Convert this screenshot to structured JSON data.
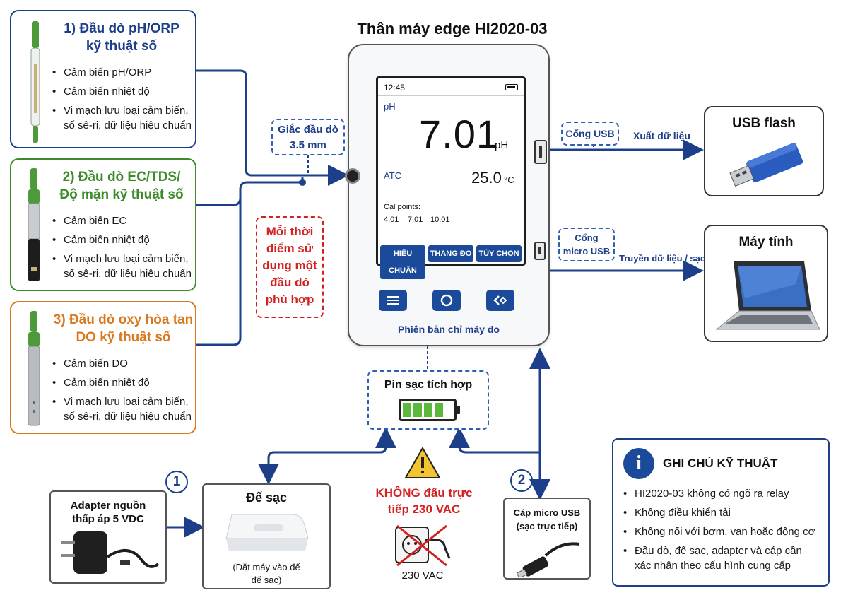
{
  "device": {
    "title": "Thân máy edge HI2020-03",
    "version_label": "Phiên bản chỉ máy đo",
    "screen": {
      "time": "12:45",
      "mode": "pH",
      "value": "7.01",
      "unit": "pH",
      "atc_label": "ATC",
      "temp_value": "25.0",
      "temp_unit": "°C",
      "cal_label": "Cal points:",
      "cal_points": [
        "4.01",
        "7.01",
        "10.01"
      ],
      "tabs": [
        "HIỆU CHUẨN",
        "THANG ĐO",
        "TÙY CHỌN"
      ]
    }
  },
  "probes": [
    {
      "title_line1": "1) Đầu dò pH/ORP",
      "title_line2": "kỹ thuật số",
      "color": "#1d3f8a",
      "items": [
        "Cảm biến pH/ORP",
        "Cảm biến nhiệt độ",
        "Vi mạch lưu loại cảm biến,",
        "số sê-ri, dữ liệu hiệu chuẩn"
      ]
    },
    {
      "title_line1": "2) Đầu dò EC/TDS/",
      "title_line2": "Độ mặn kỹ thuật số",
      "color": "#3d8a2a",
      "items": [
        "Cảm biến EC",
        "Cảm biến nhiệt độ",
        "Vi mạch lưu loại cảm biến,",
        "số sê-ri, dữ liệu hiệu chuẩn"
      ]
    },
    {
      "title_line1": "3) Đầu dò oxy hòa tan",
      "title_line2": "DO kỹ thuật số",
      "color": "#d9781e",
      "items": [
        "Cảm biến DO",
        "Cảm biến nhiệt độ",
        "Vi mạch lưu loại cảm biến,",
        "số sê-ri, dữ liệu hiệu chuẩn"
      ]
    }
  ],
  "probe_jack": {
    "line1": "Giắc đầu dò",
    "line2": "3.5 mm"
  },
  "one_probe_note": {
    "line1": "Mỗi thời",
    "line2": "điểm sử",
    "line3": "dụng một",
    "line4": "đầu dò",
    "line5": "phù hợp"
  },
  "usb_port": {
    "label": "Cổng USB",
    "action": "Xuất dữ liệu",
    "target": "USB flash"
  },
  "micro_usb_port": {
    "line1": "Cổng",
    "line2": "micro USB",
    "action": "Truyền dữ liệu / sạc",
    "target": "Máy tính"
  },
  "battery": {
    "label": "Pin sạc tích hợp",
    "level": 0.8
  },
  "adapter": {
    "number": "1",
    "line1": "Adapter nguồn",
    "line2": "thấp áp 5 VDC"
  },
  "dock": {
    "title": "Đế sạc",
    "line1": "(Đặt máy vào đế",
    "line2": "đế sạc)"
  },
  "warning": {
    "line1": "KHÔNG đấu trực",
    "line2": "tiếp 230 VAC",
    "voltage": "230 VAC"
  },
  "cable": {
    "number": "2",
    "line1": "Cáp micro USB",
    "line2": "(sạc trực tiếp)"
  },
  "notes": {
    "title": "GHI CHÚ KỸ THUẬT",
    "items": [
      "HI2020-03 không có ngõ ra relay",
      "Không điều khiển tải",
      "Không nối với bơm, van hoặc động cơ",
      "Đầu dò, đế sạc, adapter và cáp cần",
      "xác nhận theo cấu hình cung cấp"
    ]
  },
  "colors": {
    "accent": "#1b4a9a",
    "warning": "#d42020",
    "battery": "#5ab83a"
  }
}
